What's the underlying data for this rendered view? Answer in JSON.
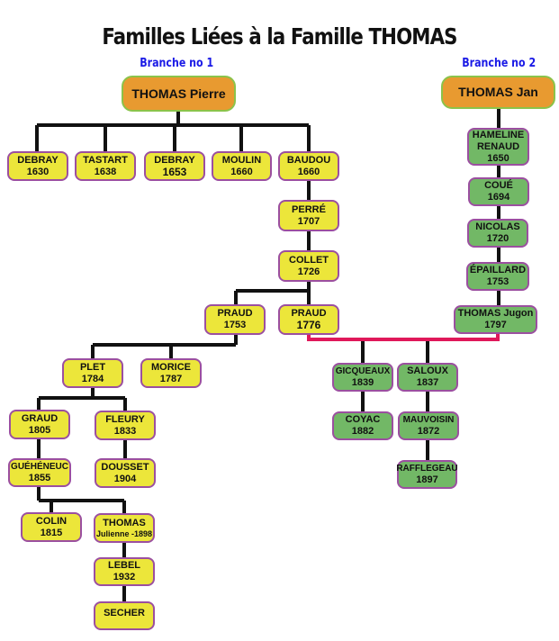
{
  "title": "Familles Liées à la Famille THOMAS",
  "branches": {
    "b1": "Branche no 1",
    "b2": "Branche no 2"
  },
  "colors": {
    "yellow": "#ece63a",
    "green": "#72b866",
    "orange": "#e89a30",
    "border": "#9b4fa0",
    "link": "#e0185a"
  },
  "roots": {
    "pierre": "THOMAS Pierre",
    "jan": "THOMAS Jan"
  },
  "b1": {
    "debray1630": {
      "name": "DEBRAY",
      "year": "1630"
    },
    "tastart": {
      "name": "TASTART",
      "year": "1638"
    },
    "debray1653": {
      "name": "DEBRAY",
      "year": "1653"
    },
    "moulin": {
      "name": "MOULIN",
      "year": "1660"
    },
    "baudou": {
      "name": "BAUDOU",
      "year": "1660"
    },
    "perre": {
      "name": "PERRÉ",
      "year": "1707"
    },
    "collet": {
      "name": "COLLET",
      "year": "1726"
    },
    "praud1753": {
      "name": "PRAUD",
      "year": "1753"
    },
    "praud1776": {
      "name": "PRAUD",
      "year": "1776"
    },
    "plet": {
      "name": "PLET",
      "year": "1784"
    },
    "morice": {
      "name": "MORICE",
      "year": "1787"
    },
    "graud": {
      "name": "GRAUD",
      "year": "1805"
    },
    "fleury": {
      "name": "FLEURY",
      "year": "1833"
    },
    "gueheneuc": {
      "name": "GUÉHÉNEUC",
      "year": "1855"
    },
    "dousset": {
      "name": "DOUSSET",
      "year": "1904"
    },
    "colin": {
      "name": "COLIN",
      "year": "1815"
    },
    "thomasj": {
      "name": "THOMAS",
      "year": "Julienne -1898"
    },
    "lebel": {
      "name": "LEBEL",
      "year": "1932"
    },
    "secher": {
      "name": "SECHER"
    }
  },
  "b2": {
    "hameline": {
      "name": "HAMELINE",
      "name2": "RENAUD",
      "year": "1650"
    },
    "coue": {
      "name": "COUÉ",
      "year": "1694"
    },
    "nicolas": {
      "name": "NICOLAS",
      "year": "1720"
    },
    "epaillard": {
      "name": "ÉPAILLARD",
      "year": "1753"
    },
    "thomasjugon": {
      "name": "THOMAS Jugon",
      "year": "1797"
    },
    "gicqueaux": {
      "name": "GICQUEAUX",
      "year": "1839"
    },
    "saloux": {
      "name": "SALOUX",
      "year": "1837"
    },
    "coyac": {
      "name": "COYAC",
      "year": "1882"
    },
    "mauvoisin": {
      "name": "MAUVOISIN",
      "year": "1872"
    },
    "rafflegeau": {
      "name": "RAFFLEGEAU",
      "year": "1897"
    }
  }
}
